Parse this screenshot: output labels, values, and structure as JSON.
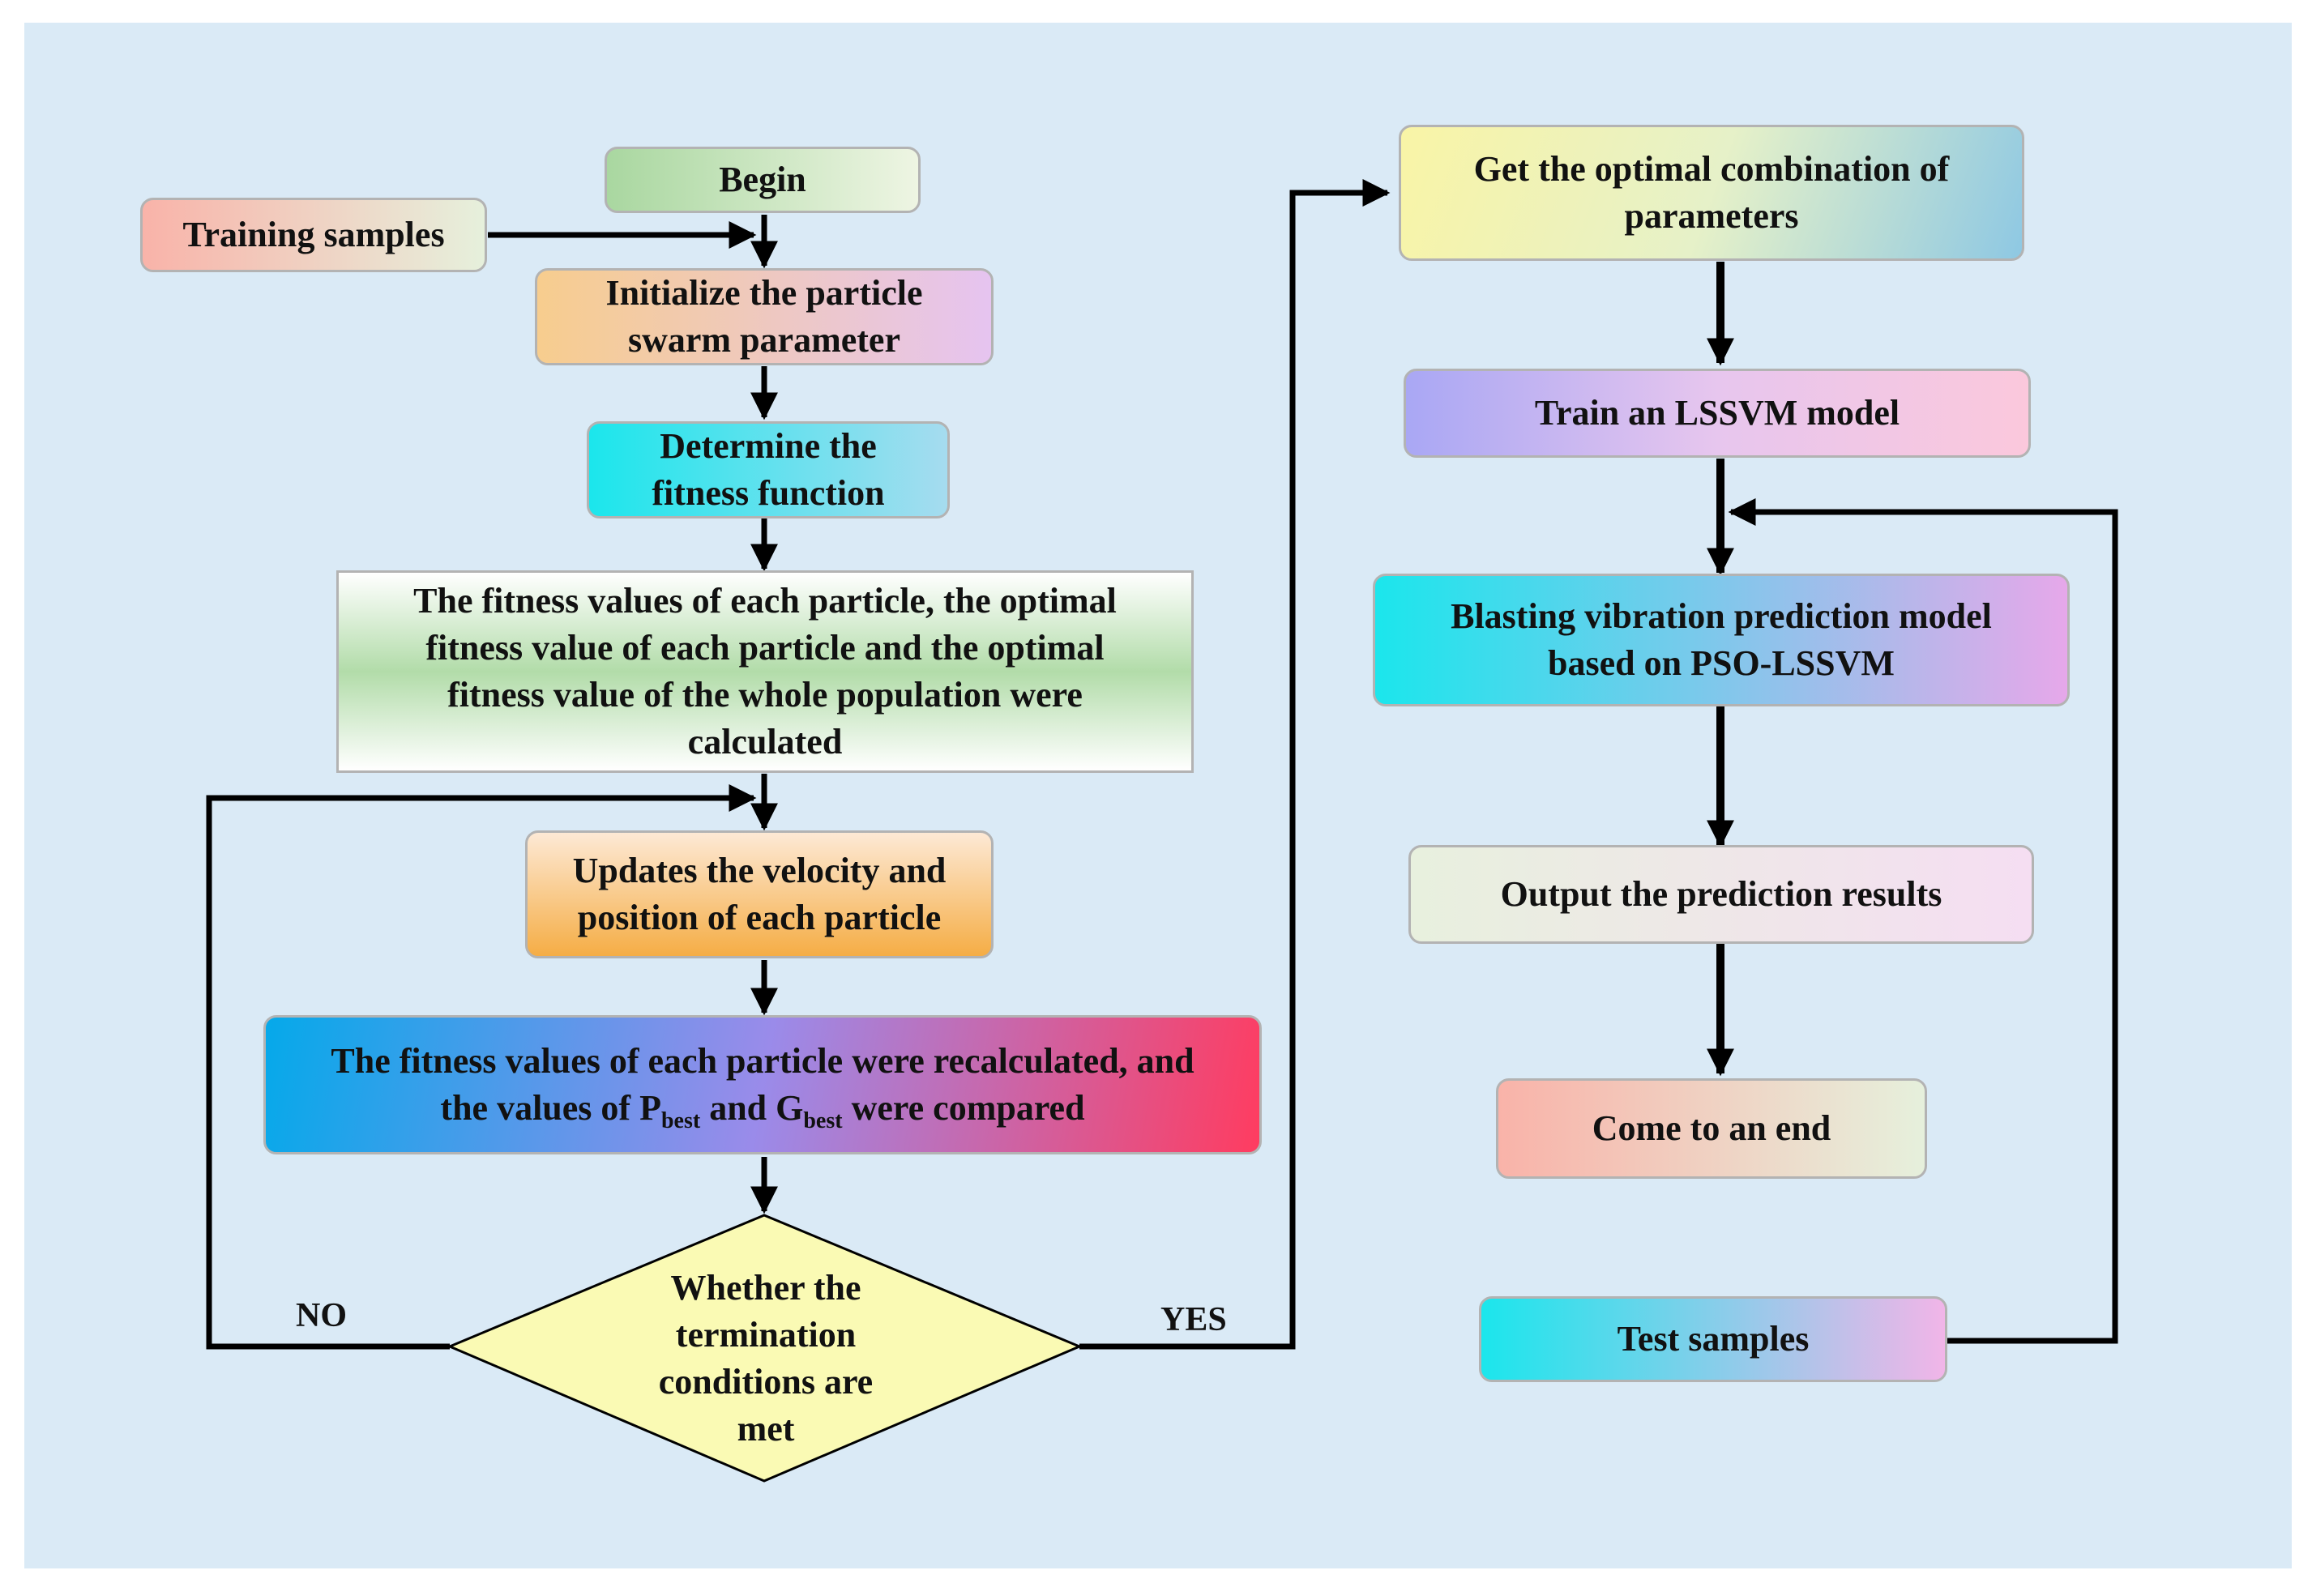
{
  "colors": {
    "background": "#daeaf6",
    "line": "#000000",
    "diamond_fill": "#fafab4"
  },
  "nodes": {
    "begin": "Begin",
    "training_samples": "Training samples",
    "initialize": [
      "Initialize the particle",
      "swarm parameter"
    ],
    "fitness_function": [
      "Determine the",
      "fitness function"
    ],
    "fitness_values": [
      "The fitness values of each particle, the optimal",
      "fitness value of each particle and the optimal",
      "fitness value of the whole population were",
      "calculated"
    ],
    "update_velocity": [
      "Updates the velocity and",
      "position of each particle"
    ],
    "recalculated": {
      "line1": "The fitness values of each particle were recalculated, and",
      "line2_prefix": "the values of P",
      "p_sub": "best",
      "line2_mid": " and G",
      "g_sub": "best",
      "line2_suffix": " were compared"
    },
    "decision": [
      "Whether the",
      "termination",
      "conditions are",
      "met"
    ],
    "no_label": "NO",
    "yes_label": "YES",
    "optimal_combination": [
      "Get the optimal combination of",
      "parameters"
    ],
    "train_lssvm": "Train an LSSVM model",
    "prediction_model": [
      "Blasting vibration prediction model",
      "based on PSO-LSSVM"
    ],
    "output_results": "Output the prediction results",
    "come_to_end": "Come to an end",
    "test_samples": "Test samples"
  }
}
